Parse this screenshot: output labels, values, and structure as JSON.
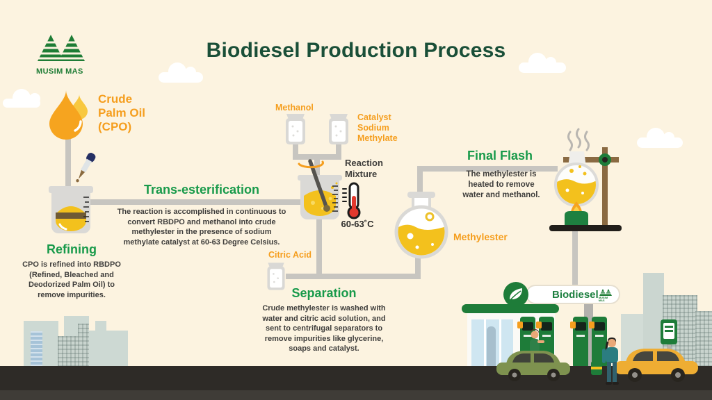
{
  "brand": {
    "name": "MUSIM MAS"
  },
  "header": {
    "title": "Biodiesel Production Process"
  },
  "flow": {
    "cpo_label": "Crude\nPalm Oil\n(CPO)",
    "methanol_label": "Methanol",
    "catalyst_label": "Catalyst\nSodium\nMethylate",
    "reaction_mixture_label": "Reaction\nMixture",
    "temperature": "60-63˚C",
    "citric_acid_label": "Citric Acid",
    "methylester_label": "Methylester"
  },
  "steps": {
    "refining": {
      "title": "Refining",
      "desc": "CPO is refined into RBDPO\n(Refined, Bleached and\nDeodorized Palm Oil) to\nremove impurities."
    },
    "trans_esterification": {
      "title": "Trans-esterification",
      "desc": "The reaction is accomplished in continuous to\nconvert RBDPO and methanol into crude\nmethylester in the presence of sodium\nmethylate catalyst at 60-63 Degree Celsius."
    },
    "separation": {
      "title": "Separation",
      "desc": "Crude methylester is washed with\nwater and citric acid solution, and\nsent to centrifugal separators to\nremove impurities like glycerine,\nsoaps and catalyst."
    },
    "final_flash": {
      "title": "Final Flash",
      "desc": "The methylester is\nheated to remove\nwater and methanol."
    }
  },
  "station": {
    "sign_label": "Biodiesel",
    "sign_brand": "MUSIM MAS"
  },
  "colors": {
    "background": "#FCF3E0",
    "title_green": "#1A4F38",
    "step_green": "#189A4A",
    "accent_orange": "#F59E1E",
    "body_text": "#3F3E3C",
    "pipe_gray": "#C7C5C0",
    "liquid_yellow": "#F3C11D",
    "station_green": "#1E7C39",
    "road_dark": "#2E2B27",
    "thermometer_red": "#E2382D"
  }
}
